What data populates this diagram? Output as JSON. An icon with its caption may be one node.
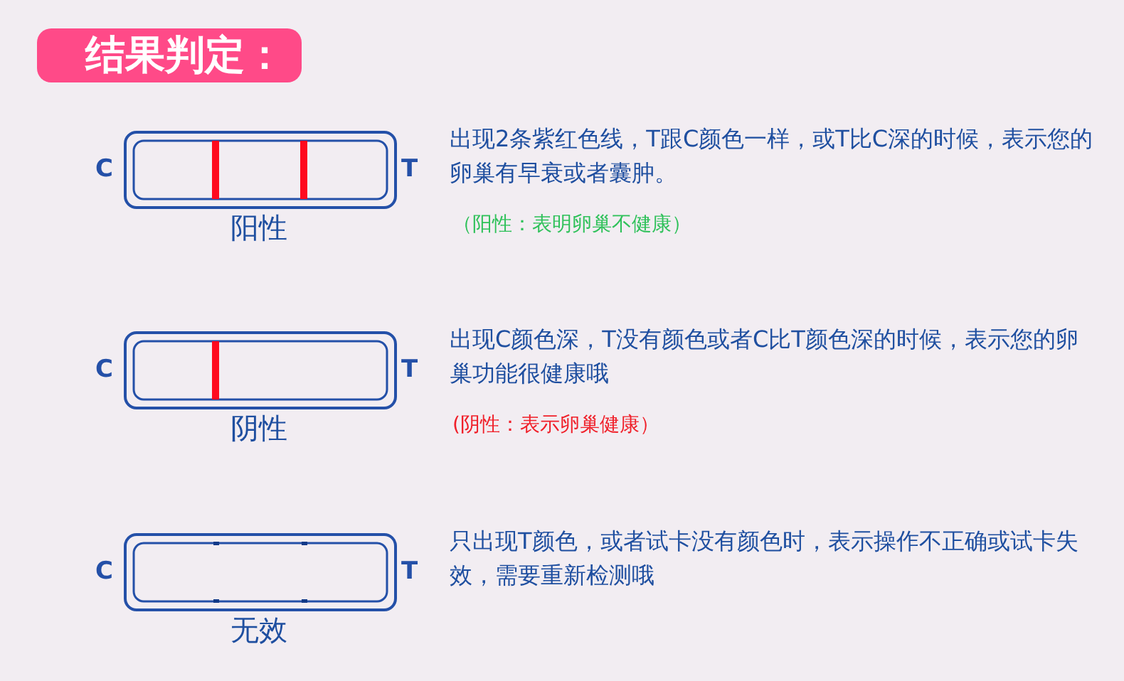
{
  "diagram": {
    "title": "结果判定：",
    "nodes": [
      {
        "text": [
          "阳性"
        ],
        "beside": [
          "出现2条紫红色线，T跟C颜色一样，或T比C深的时候，表示您的卵巢有早衰或者囊肿。",
          "（阳性：表明卵巢不健康）"
        ]
      },
      {
        "text": [
          "阴性"
        ],
        "beside": [
          "出现C颜色深，T没有颜色或者C比T颜色深的时候，表示您的卵巢功能很健康哦",
          "(阴性：表示卵巢健康）"
        ]
      },
      {
        "text": [
          "无效"
        ],
        "beside": [
          "只出现T颜色，或者试卡没有颜色时，表示操作不正确或试卡失效，需要重新检测哦"
        ]
      }
    ],
    "labels": [
      "C",
      "T",
      "C",
      "T",
      "C",
      "T"
    ]
  }
}
